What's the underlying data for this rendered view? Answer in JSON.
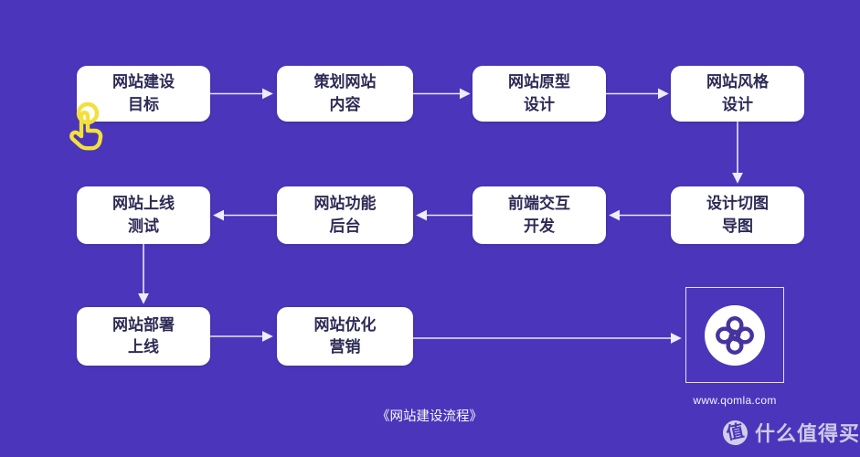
{
  "flow": {
    "caption": "《网站建设流程》",
    "nodes": [
      {
        "line1": "网站建设",
        "line2": "目标"
      },
      {
        "line1": "策划网站",
        "line2": "内容"
      },
      {
        "line1": "网站原型",
        "line2": "设计"
      },
      {
        "line1": "网站风格",
        "line2": "设计"
      },
      {
        "line1": "网站上线",
        "line2": "测试"
      },
      {
        "line1": "网站功能",
        "line2": "后台"
      },
      {
        "line1": "前端交互",
        "line2": "开发"
      },
      {
        "line1": "设计切图",
        "line2": "导图"
      },
      {
        "line1": "网站部署",
        "line2": "上线"
      },
      {
        "line1": "网站优化",
        "line2": "营销"
      }
    ]
  },
  "logo": {
    "url": "www.qomla.com",
    "icon": "qomla-swirl-icon"
  },
  "watermark": {
    "icon_char": "值",
    "label": "什么值得买"
  },
  "icons": {
    "cursor": "tap-hand-icon"
  },
  "colors": {
    "background": "#4B35BA",
    "node_bg": "#FFFFFF",
    "node_text": "#2D2A55",
    "connector": "#E9E5FA",
    "hand_cursor": "#F2E13C",
    "logo_swirl": "#47339F"
  }
}
